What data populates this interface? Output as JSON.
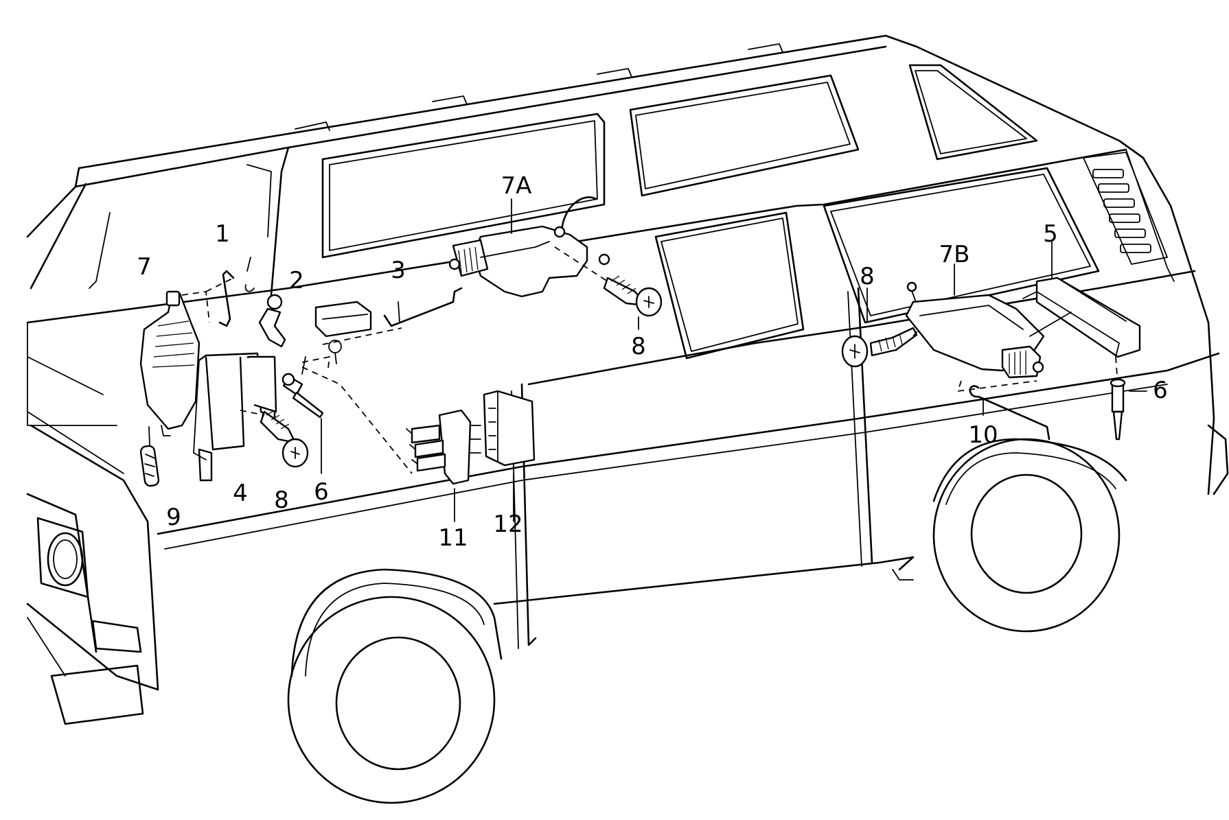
{
  "diagram": {
    "type": "exploded parts diagram",
    "callouts": [
      {
        "id": "c1",
        "label": "1"
      },
      {
        "id": "c2",
        "label": "2"
      },
      {
        "id": "c3",
        "label": "3"
      },
      {
        "id": "c4",
        "label": "4"
      },
      {
        "id": "c5",
        "label": "5"
      },
      {
        "id": "c6a",
        "label": "6"
      },
      {
        "id": "c6b",
        "label": "6"
      },
      {
        "id": "c7",
        "label": "7"
      },
      {
        "id": "c7a",
        "label": "7A"
      },
      {
        "id": "c7b",
        "label": "7B"
      },
      {
        "id": "c8a",
        "label": "8"
      },
      {
        "id": "c8b",
        "label": "8"
      },
      {
        "id": "c8c",
        "label": "8"
      },
      {
        "id": "c9",
        "label": "9"
      },
      {
        "id": "c10",
        "label": "10"
      },
      {
        "id": "c11",
        "label": "11"
      },
      {
        "id": "c12",
        "label": "12"
      }
    ]
  }
}
